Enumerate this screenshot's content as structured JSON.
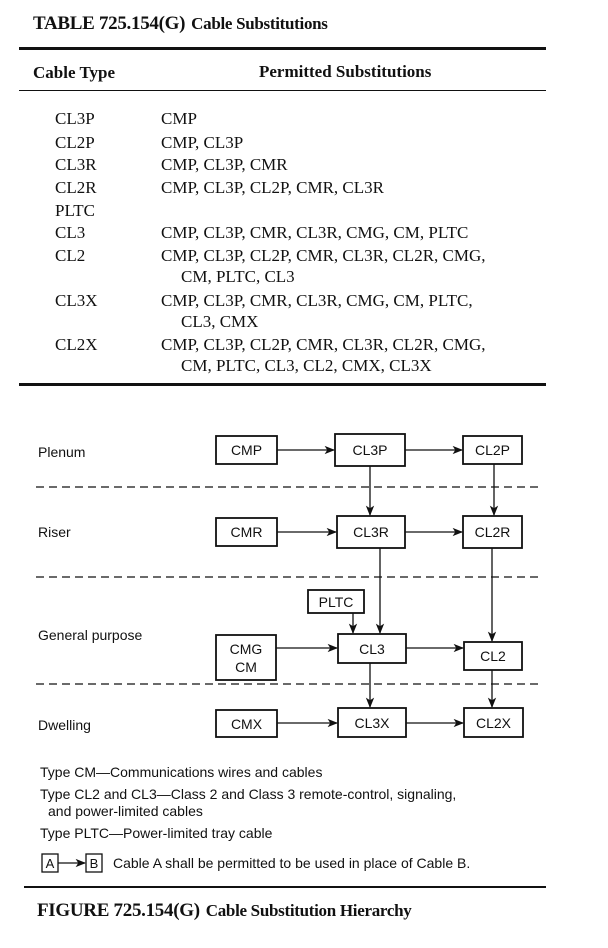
{
  "table": {
    "number": "TABLE 725.154(G)",
    "title": "Cable Substitutions",
    "headers": {
      "cable_type": "Cable Type",
      "substitutions": "Permitted Substitutions"
    },
    "rows": [
      {
        "cable_type": "CL3P",
        "line1": "CMP",
        "line2": ""
      },
      {
        "cable_type": "CL2P",
        "line1": "CMP, CL3P",
        "line2": ""
      },
      {
        "cable_type": "CL3R",
        "line1": "CMP, CL3P, CMR",
        "line2": ""
      },
      {
        "cable_type": "CL2R",
        "line1": "CMP, CL3P, CL2P, CMR, CL3R",
        "line2": ""
      },
      {
        "cable_type": "PLTC",
        "line1": "",
        "line2": ""
      },
      {
        "cable_type": "CL3",
        "line1": "CMP, CL3P, CMR, CL3R, CMG, CM, PLTC",
        "line2": ""
      },
      {
        "cable_type": "CL2",
        "line1": "CMP, CL3P, CL2P, CMR, CL3R, CL2R, CMG,",
        "line2": "CM, PLTC, CL3"
      },
      {
        "cable_type": "CL3X",
        "line1": "CMP, CL3P, CMR, CL3R, CMG, CM, PLTC,",
        "line2": "CL3, CMX"
      },
      {
        "cable_type": "CL2X",
        "line1": "CMP, CL3P, CL2P, CMR, CL3R, CL2R, CMG,",
        "line2": "CM, PLTC, CL3, CL2, CMX, CL3X"
      }
    ]
  },
  "diagram": {
    "zones": {
      "plenum": "Plenum",
      "riser": "Riser",
      "general": "General purpose",
      "dwelling": "Dwelling"
    },
    "boxes": {
      "cmp": "CMP",
      "cl3p": "CL3P",
      "cl2p": "CL2P",
      "cmr": "CMR",
      "cl3r": "CL3R",
      "cl2r": "CL2R",
      "pltc": "PLTC",
      "cmg": "CMG",
      "cm": "CM",
      "cl3": "CL3",
      "cl2": "CL2",
      "cmx": "CMX",
      "cl3x": "CL3X",
      "cl2x": "CL2X"
    },
    "edges": [
      [
        "CMP",
        "CL3P"
      ],
      [
        "CL3P",
        "CL2P"
      ],
      [
        "CL3P",
        "CL3R"
      ],
      [
        "CL2P",
        "CL2R"
      ],
      [
        "CMR",
        "CL3R"
      ],
      [
        "CL3R",
        "CL2R"
      ],
      [
        "CL3R",
        "CL3"
      ],
      [
        "CL2R",
        "CL2"
      ],
      [
        "PLTC",
        "CL3"
      ],
      [
        "CMG/CM",
        "CL3"
      ],
      [
        "CL3",
        "CL2"
      ],
      [
        "CL3",
        "CL3X"
      ],
      [
        "CL2",
        "CL2X"
      ],
      [
        "CMX",
        "CL3X"
      ],
      [
        "CL3X",
        "CL2X"
      ]
    ]
  },
  "legend": {
    "cm": "Type CM—Communications wires and cables",
    "cl_line1": "Type CL2 and CL3—Class 2 and Class 3 remote-control, signaling,",
    "cl_line2": "and power-limited cables",
    "pltc": "Type PLTC—Power-limited tray cable",
    "key_a": "A",
    "key_b": "B",
    "key_text": "Cable A shall be permitted to be used in place of Cable B."
  },
  "figure": {
    "number": "FIGURE 725.154(G)",
    "title": "Cable Substitution Hierarchy"
  }
}
